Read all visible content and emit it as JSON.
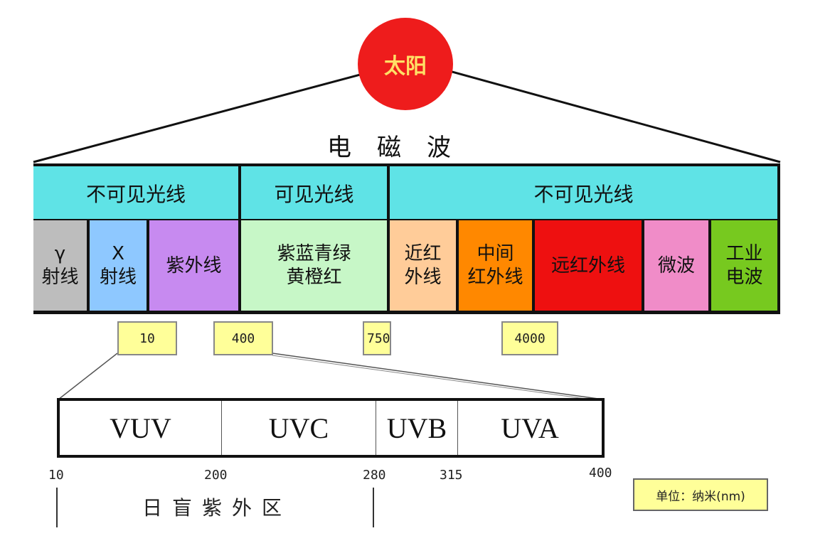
{
  "colors": {
    "sun": "#ee1c1c",
    "sun_text": "#ffe066",
    "band": "#5fe3e6",
    "gamma": "#bdbdbd",
    "xray": "#8ec8ff",
    "uv": "#c78af0",
    "visible": "#c7f7c7",
    "near_ir": "#ffcc99",
    "mid_ir": "#ff8800",
    "far_ir": "#ee1010",
    "microwave": "#f08cc8",
    "industrial": "#77c91f",
    "marker": "#ffff99"
  },
  "sun_label": "太阳",
  "wave_title": "电磁波",
  "bands": {
    "left": "不可见光线",
    "middle": "可见光线",
    "right": "不可见光线"
  },
  "cells": {
    "gamma": "γ\n射线",
    "xray": "X\n射线",
    "uv": "紫外线",
    "visible": "紫蓝青绿\n黄橙红",
    "near_ir": "近红\n外线",
    "mid_ir": "中间\n红外线",
    "far_ir": "远红外线",
    "microwave": "微波",
    "industrial": "工业\n电波"
  },
  "markers": [
    "10",
    "400",
    "750",
    "4000"
  ],
  "uv_segments": [
    "VUV",
    "UVC",
    "UVB",
    "UVA"
  ],
  "uv_ticks": [
    "10",
    "200",
    "280",
    "315",
    "400"
  ],
  "solar_blind_label": "日盲紫外区",
  "unit_label": "单位：纳米(nm)"
}
